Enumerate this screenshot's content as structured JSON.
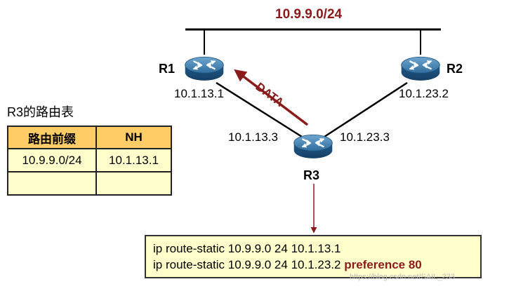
{
  "network": {
    "label": "10.9.9.0/24"
  },
  "routers": {
    "r1": {
      "name": "R1",
      "ip": "10.1.13.1"
    },
    "r2": {
      "name": "R2",
      "ip": "10.1.23.2"
    },
    "r3": {
      "name": "R3",
      "ip_left": "10.1.13.3",
      "ip_right": "10.1.23.3"
    }
  },
  "data_arrow": {
    "label": "DATA"
  },
  "routing_table": {
    "caption": "R3的路由表",
    "headers": [
      "路由前缀",
      "NH"
    ],
    "rows": [
      [
        "10.9.9.0/24",
        "10.1.13.1"
      ],
      [
        "",
        ""
      ]
    ]
  },
  "config": {
    "line1": "ip route-static 10.9.9.0 24 10.1.13.1",
    "line2_main": "ip route-static 10.9.9.0 24 10.1.23.2 ",
    "line2_pref": "preference 80"
  },
  "watermark": "https://blog.csdn.net/SAIL_233",
  "colors": {
    "accent": "#8B1A1A",
    "router": "#1F5C8C",
    "table_header": "#FFCC66",
    "table_body": "#FFFFCC"
  }
}
